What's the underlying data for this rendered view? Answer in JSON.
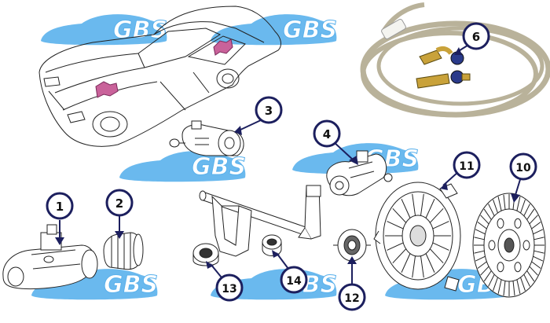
{
  "watermark": {
    "text": "GBS",
    "car_color": "#5ab1ec",
    "text_color": "#ffffff"
  },
  "callouts": [
    {
      "number": "1"
    },
    {
      "number": "2"
    },
    {
      "number": "3"
    },
    {
      "number": "4"
    },
    {
      "number": "6"
    },
    {
      "number": "10"
    },
    {
      "number": "11"
    },
    {
      "number": "12"
    },
    {
      "number": "13"
    },
    {
      "number": "14"
    }
  ],
  "colors": {
    "callout_fill": "#ffffff",
    "callout_stroke": "#1c1f5e",
    "callout_text": "#111111",
    "arrow": "#1c1f5e",
    "line_art": "#222222",
    "highlight": "#c9629a",
    "hose": "#b9b29a"
  },
  "parts": [
    {
      "name": "vehicle-outline",
      "highlighted": true
    },
    {
      "name": "braided-clutch-hose-kit"
    },
    {
      "name": "clutch-master-cylinder"
    },
    {
      "name": "dust-boot"
    },
    {
      "name": "clutch-slave-cylinder"
    },
    {
      "name": "clutch-slave-cylinder-alt"
    },
    {
      "name": "clutch-fork-and-shaft"
    },
    {
      "name": "clutch-pressure-plate"
    },
    {
      "name": "clutch-disc"
    },
    {
      "name": "release-bearing"
    },
    {
      "name": "bushing-seal"
    },
    {
      "name": "bushing"
    }
  ]
}
